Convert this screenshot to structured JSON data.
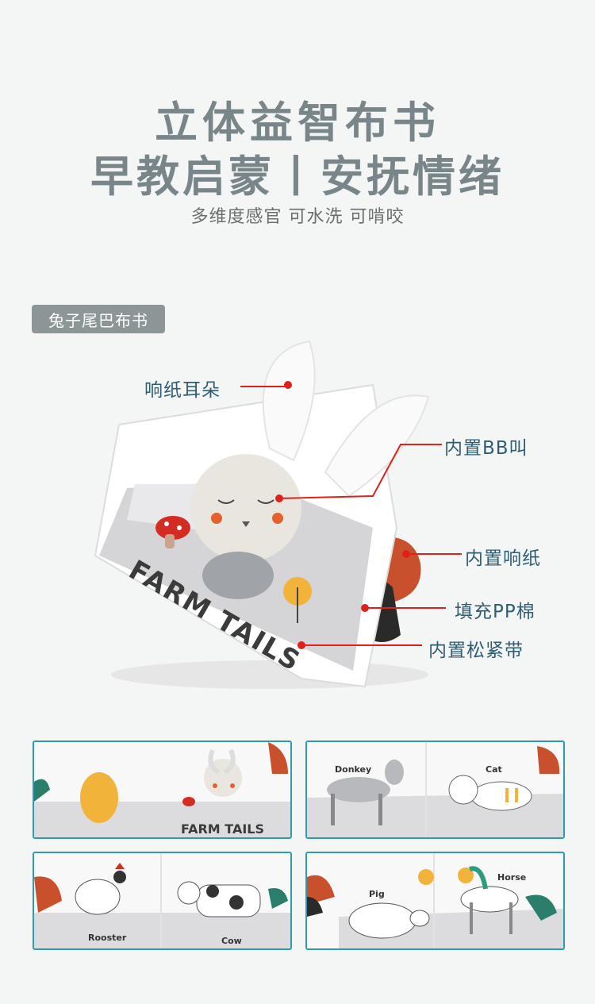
{
  "header": {
    "title_line1": "立体益智布书",
    "title_line2": "早教启蒙丨安抚情绪",
    "subtitle": "多维度感官  可水洗  可啃咬"
  },
  "tag": {
    "label": "兔子尾巴布书"
  },
  "product": {
    "cover_text": "FARM TAILS",
    "callouts": {
      "ears": "响纸耳朵",
      "bb": "内置BB叫",
      "crinkle": "内置响纸",
      "filling": "填充PP棉",
      "elastic": "内置松紧带"
    }
  },
  "thumbnails": {
    "t1": {
      "text": "FARM TAILS"
    },
    "t2": {
      "left": "Donkey",
      "right": "Cat"
    },
    "t3": {
      "left": "Rooster",
      "right": "Cow"
    },
    "t4": {
      "left": "Pig",
      "right": "Horse"
    }
  },
  "colors": {
    "title": "#78868a",
    "callout_text": "#2d5e73",
    "callout_dot": "#e0201c",
    "thumb_border": "#2f9ab1"
  }
}
